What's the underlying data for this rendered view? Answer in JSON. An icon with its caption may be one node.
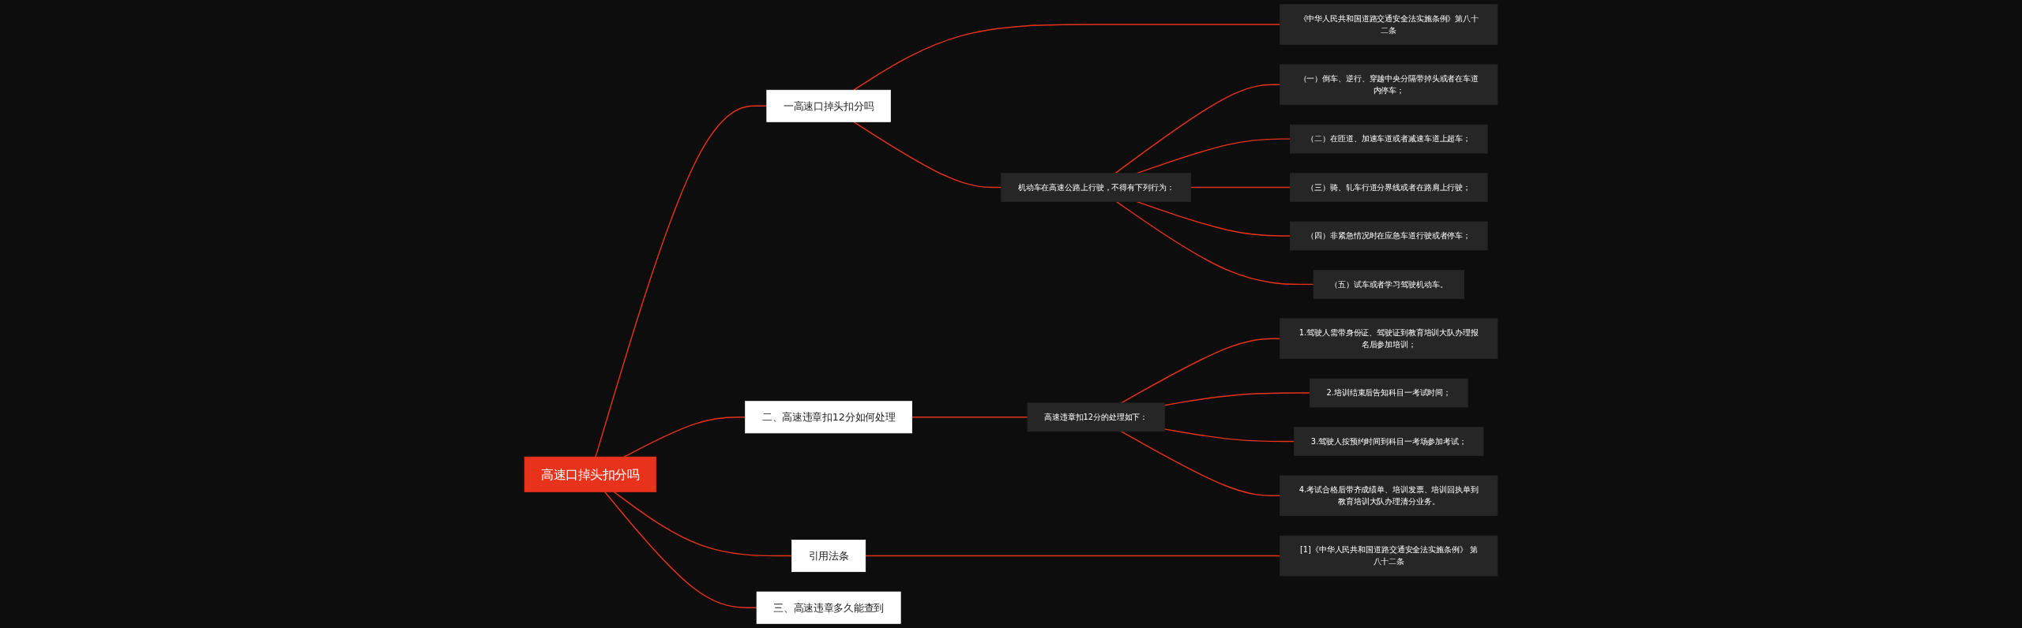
{
  "diagram": {
    "nodes": [
      {
        "text": [
          "高速口掉头扣分吗"
        ]
      },
      {
        "text": [
          "一高速口掉头扣分吗"
        ]
      },
      {
        "text": [
          "《中华人民共和国道路交通安全法实施条例》第八十二条"
        ]
      },
      {
        "text": [
          "机动车在高速公路上行驶，不得有下列行为："
        ]
      },
      {
        "text": [
          "（一）倒车、逆行、穿越中央分隔带掉头或者在车道内停车；"
        ]
      },
      {
        "text": [
          "（二）在匝道、加速车道或者减速车道上超车；"
        ]
      },
      {
        "text": [
          "（三）骑、轧车行道分界线或者在路肩上行驶；"
        ]
      },
      {
        "text": [
          "（四）非紧急情况时在应急车道行驶或者停车；"
        ]
      },
      {
        "text": [
          "（五）试车或者学习驾驶机动车。"
        ]
      },
      {
        "text": [
          "二、高速违章扣12分如何处理"
        ]
      },
      {
        "text": [
          "高速违章扣12分的处理如下："
        ]
      },
      {
        "text": [
          "1.驾驶人需带身份证、驾驶证到教育培训大队办理报名后参加培训；"
        ]
      },
      {
        "text": [
          "2.培训结束后告知科目一考试时间；"
        ]
      },
      {
        "text": [
          "3.驾驶人按预约时间到科目一考场参加考试；"
        ]
      },
      {
        "text": [
          "4.考试合格后带齐成绩单、培训发票、培训回执单到教育培训大队办理清分业务。"
        ]
      },
      {
        "text": [
          "引用法条"
        ]
      },
      {
        "text": [
          "[1]《中华人民共和国道路交通安全法实施条例》 第八十二条"
        ]
      },
      {
        "text": [
          "三、高速违章多久能查到"
        ]
      }
    ],
    "edges": [
      {
        "from": 0,
        "to": 1,
        "arrow": "none"
      },
      {
        "from": 1,
        "to": 2,
        "arrow": "none"
      },
      {
        "from": 1,
        "to": 3,
        "arrow": "none"
      },
      {
        "from": 3,
        "to": 4,
        "arrow": "none"
      },
      {
        "from": 3,
        "to": 5,
        "arrow": "none"
      },
      {
        "from": 3,
        "to": 6,
        "arrow": "none"
      },
      {
        "from": 3,
        "to": 7,
        "arrow": "none"
      },
      {
        "from": 3,
        "to": 8,
        "arrow": "none"
      },
      {
        "from": 0,
        "to": 9,
        "arrow": "none"
      },
      {
        "from": 9,
        "to": 10,
        "arrow": "none"
      },
      {
        "from": 10,
        "to": 11,
        "arrow": "none"
      },
      {
        "from": 10,
        "to": 12,
        "arrow": "none"
      },
      {
        "from": 10,
        "to": 13,
        "arrow": "none"
      },
      {
        "from": 10,
        "to": 14,
        "arrow": "none"
      },
      {
        "from": 0,
        "to": 15,
        "arrow": "none"
      },
      {
        "from": 15,
        "to": 16,
        "arrow": "none"
      },
      {
        "from": 0,
        "to": 17,
        "arrow": "none"
      }
    ]
  }
}
